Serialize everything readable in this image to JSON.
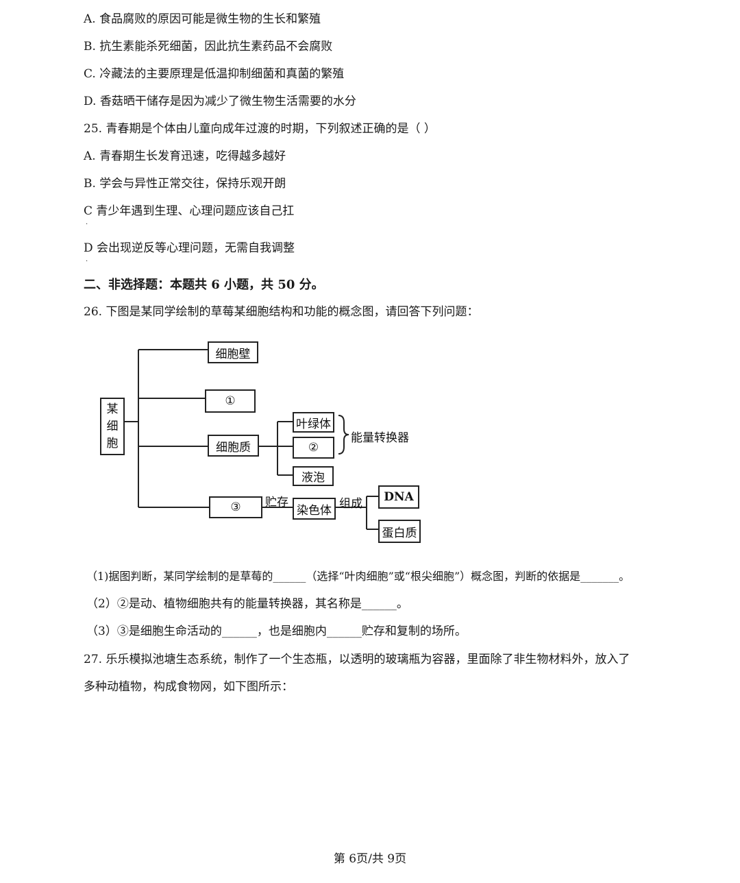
{
  "lines": {
    "q24_a": "A. 食品腐败的原因可能是微生物的生长和繁殖",
    "q24_b": "B. 抗生素能杀死细菌，因此抗生素药品不会腐败",
    "q24_c": "C. 冷藏法的主要原理是低温抑制细菌和真菌的繁殖",
    "q24_d": "D. 香菇晒干储存是因为减少了微生物生活需要的水分",
    "q25_stem": "25.  青春期是个体由儿童向成年过渡的时期，下列叙述正确的是（        ）",
    "q25_a": "A. 青春期生长发育迅速，吃得越多越好",
    "q25_b": "B. 学会与异性正常交往，保持乐观开朗",
    "q25_c": "C  青少年遇到生理、心理问题应该自己扛",
    "q25_d": "D  会出现逆反等心理问题，无需自我调整",
    "section2": "二、非选择题：本题共 6 小题，共 50 分。",
    "q26_stem": "26.  下图是某同学绘制的草莓某细胞结构和功能的概念图，请回答下列问题：",
    "q26_1": "（1)据图判断，某同学绘制的是草莓的______（选择“叶肉细胞”或“根尖细胞”）概念图，判断的依据是_______。",
    "q26_2": "（2）②是动、植物细胞共有的能量转换器，其名称是______。",
    "q26_3": "（3）③是细胞生命活动的______，也是细胞内______贮存和复制的场所。",
    "q27_stem": "27.  乐乐模拟池塘生态系统，制作了一个生态瓶，以透明的玻璃瓶为容器，里面除了非生物材料外，放入了",
    "q27_cont": "多种动植物，构成食物网，如下图所示："
  },
  "diagram": {
    "root": [
      "某",
      "细",
      "胞"
    ],
    "cell_wall": "细胞壁",
    "blank1": "①",
    "cytoplasm": "细胞质",
    "chloroplast": "叶绿体",
    "blank2": "②",
    "energy_converter": "能量转换器",
    "vacuole": "液泡",
    "blank3": "③",
    "store_label": "贮存",
    "chromosome": "染色体",
    "compose_label": "组成",
    "dna": "DNA",
    "protein": "蛋白质"
  },
  "footer": "第 6页/共 9页"
}
